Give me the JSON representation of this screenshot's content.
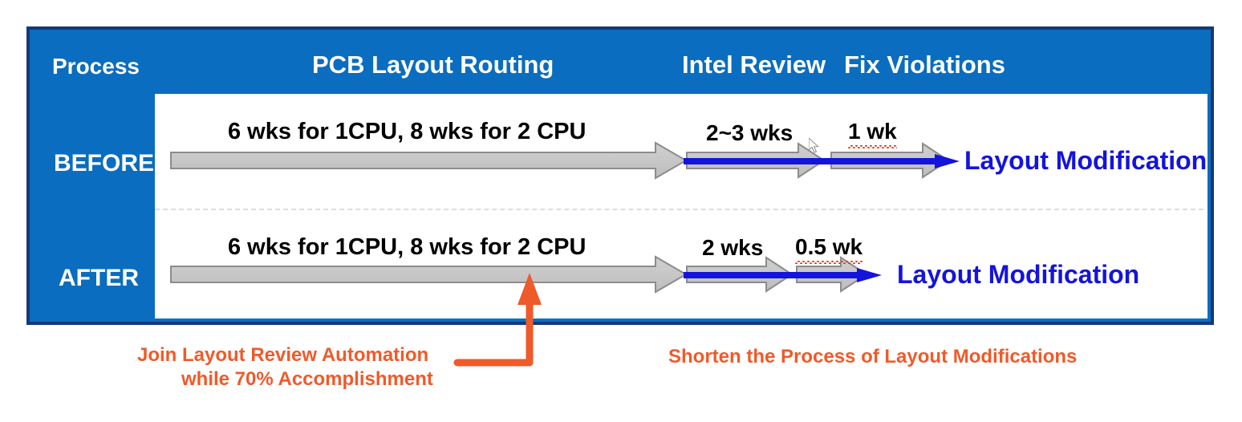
{
  "panel": {
    "border_color": "#15387A",
    "header_fill": "#0A6DBF",
    "sidebar_column_label": "Process",
    "row_labels": {
      "before": "BEFORE",
      "after": "AFTER"
    },
    "stage_headers": [
      {
        "label": "PCB Layout Routing"
      },
      {
        "label": "Intel Review"
      },
      {
        "label": "Fix Violations"
      }
    ]
  },
  "rows": {
    "before": {
      "name": "BEFORE",
      "stages": [
        {
          "stage": "PCB Layout Routing",
          "duration": "6 wks for 1CPU, 8 wks for 2 CPU"
        },
        {
          "stage": "Intel Review",
          "duration": "2~3 wks"
        },
        {
          "stage": "Fix Violations",
          "duration": "1 wk",
          "spellcheck_flag": true
        }
      ],
      "result_label": "Layout Modification"
    },
    "after": {
      "name": "AFTER",
      "stages": [
        {
          "stage": "PCB Layout Routing",
          "duration": "6 wks for 1CPU, 8 wks for 2 CPU"
        },
        {
          "stage": "Intel Review",
          "duration": "2 wks"
        },
        {
          "stage": "Fix Violations",
          "duration": "0.5 wk",
          "spellcheck_flag": true
        }
      ],
      "result_label": "Layout Modification"
    }
  },
  "annotations": {
    "left_line_1": "Join Layout Review Automation",
    "left_line_2": "while 70% Accomplishment",
    "right": "Shorten the Process of Layout Modifications",
    "color": "#EF5A2A"
  },
  "colors": {
    "panel_blue": "#0A6DBF",
    "panel_border_navy": "#15387A",
    "arrow_gray_fill": "#C6C6C6",
    "arrow_gray_stroke": "#7F7F7F",
    "flow_blue": "#1414DC",
    "accent_orange": "#EF5A2A",
    "divider_gray": "#DCDCDC",
    "spellcheck_red": "#E8402A"
  }
}
